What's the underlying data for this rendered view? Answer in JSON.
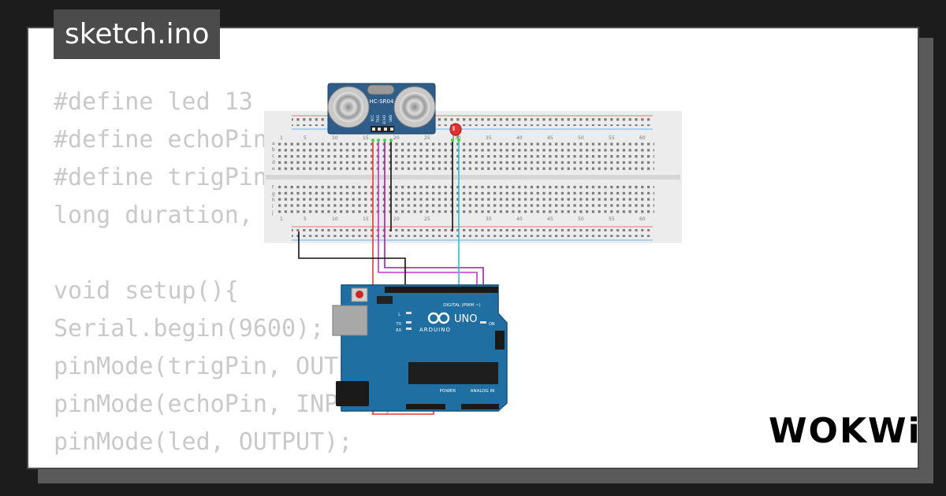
{
  "tab": {
    "filename": "sketch.ino"
  },
  "code_lines": [
    "#define led 13",
    "#define echoPin 6",
    "#define trigPin 7",
    "long duration, distance;",
    "",
    "void setup(){",
    "Serial.begin(9600);",
    "pinMode(trigPin, OUTPUT);",
    "pinMode(echoPin, INPUT);",
    "pinMode(led, OUTPUT);",
    "}"
  ],
  "circuit": {
    "sensor_model": "HC-SR04",
    "sensor_pins": [
      "VCC",
      "TRIG",
      "ECHO",
      "GND"
    ],
    "board_brand": "ARDUINO",
    "board_model": "UNO",
    "digital_header_label": "DIGITAL (PWM ~)",
    "power_header_label": "POWER",
    "analog_header_label": "ANALOG IN",
    "on_label": "ON",
    "tx_label": "TX",
    "rx_label": "RX",
    "l_label": "L",
    "breadboard_columns": [
      "1",
      "5",
      "10",
      "15",
      "20",
      "25",
      "30",
      "35",
      "40",
      "45",
      "50",
      "55",
      "60"
    ],
    "breadboard_rows_top": [
      "a",
      "b",
      "c",
      "d",
      "e"
    ],
    "breadboard_rows_bottom": [
      "f",
      "g",
      "h",
      "i",
      "j"
    ],
    "wire_colors": {
      "power": "#e53935",
      "ground": "#111111",
      "trig": "#cc33cc",
      "echo": "#a020a0",
      "led": "#22c6d8"
    },
    "led_color": "#e53030"
  },
  "brand": {
    "logo_text": "WOKWi"
  }
}
